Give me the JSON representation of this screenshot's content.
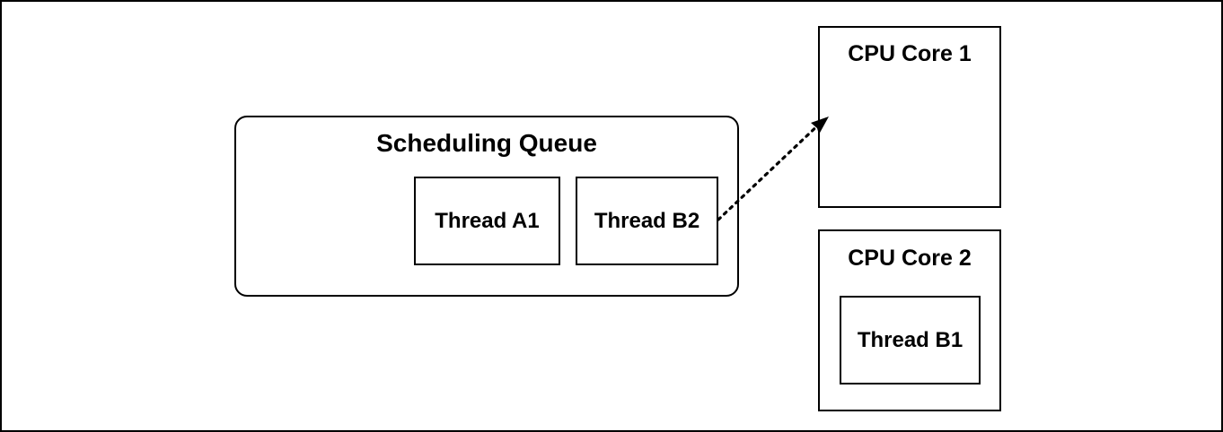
{
  "scheduling_queue": {
    "title": "Scheduling Queue",
    "threads": [
      {
        "label": "Thread A1"
      },
      {
        "label": "Thread B2"
      }
    ]
  },
  "cpu_cores": [
    {
      "title": "CPU Core 1",
      "thread": ""
    },
    {
      "title": "CPU Core 2",
      "thread": "Thread B1"
    }
  ],
  "arrow": {
    "from": "Thread B2",
    "to": "CPU Core 1",
    "style": "dotted"
  },
  "colors": {
    "stroke": "#000000",
    "background": "#ffffff",
    "text": "#000000"
  }
}
